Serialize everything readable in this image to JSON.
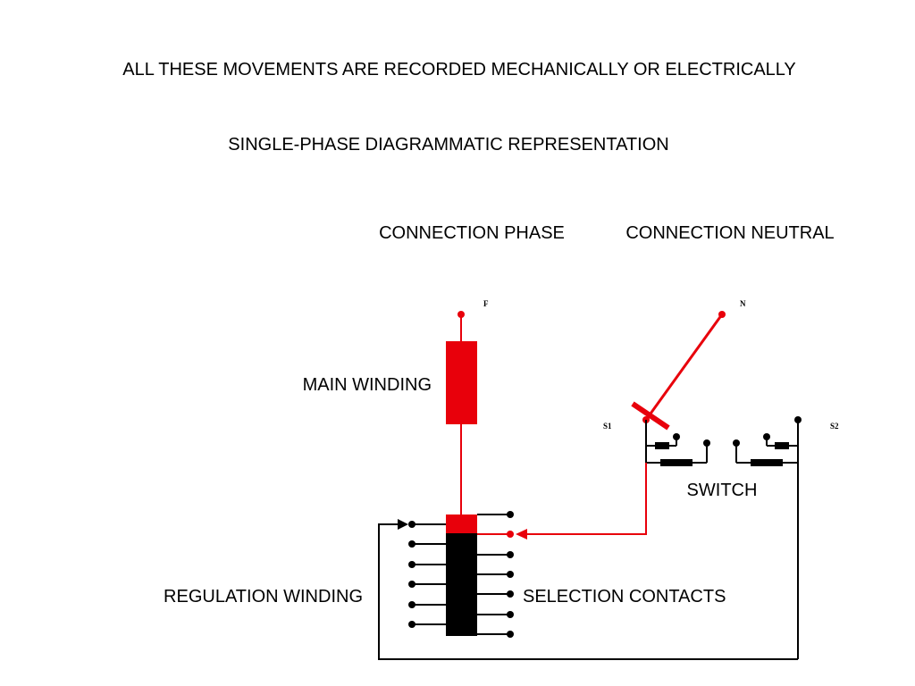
{
  "title": "ALL THESE MOVEMENTS ARE RECORDED MECHANICALLY OR ELECTRICALLY",
  "subtitle": "SINGLE-PHASE DIAGRAMMATIC REPRESENTATION",
  "labels": {
    "connection_phase": "CONNECTION PHASE",
    "connection_neutral": "CONNECTION NEUTRAL",
    "main_winding": "MAIN WINDING",
    "switch": "SWITCH",
    "regulation_winding": "REGULATION WINDING",
    "selection_contacts": "SELECTION CONTACTS",
    "terminal_f": "F",
    "terminal_n": "N",
    "terminal_s1": "S1",
    "terminal_s2": "S2"
  },
  "colors": {
    "active_circuit": "#e8000b",
    "passive_circuit": "#000000",
    "background": "#ffffff"
  }
}
